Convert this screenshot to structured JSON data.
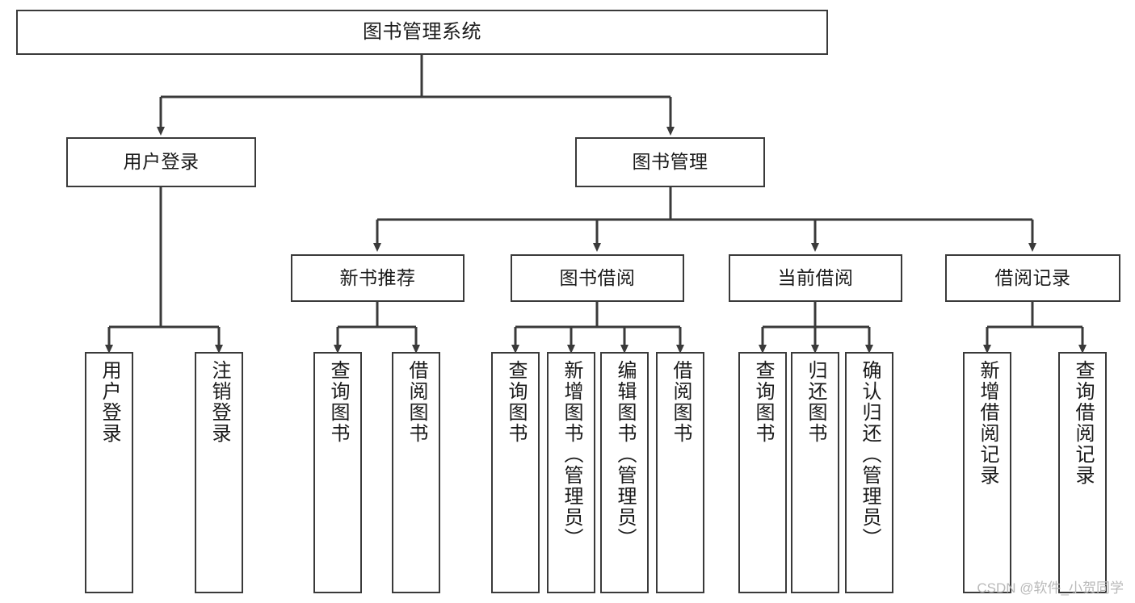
{
  "diagram": {
    "title": "图书管理系统",
    "type": "tree-hierarchy-diagram",
    "colors": {
      "box_border": "#3a3a3a",
      "box_fill": "#ffffff",
      "connector": "#3a3a3a",
      "text": "#1a1a1a",
      "watermark": "#b9b9b9"
    },
    "root": {
      "label": "图书管理系统"
    },
    "level2": [
      {
        "label": "用户登录"
      },
      {
        "label": "图书管理"
      }
    ],
    "level3": [
      {
        "label": "新书推荐"
      },
      {
        "label": "图书借阅"
      },
      {
        "label": "当前借阅"
      },
      {
        "label": "借阅记录"
      }
    ],
    "leaves": {
      "user_login": [
        {
          "label": "用户登录"
        },
        {
          "label": "注销登录"
        }
      ],
      "new_book_recommend": [
        {
          "label": "查询图书"
        },
        {
          "label": "借阅图书"
        }
      ],
      "book_borrow": [
        {
          "label": "查询图书"
        },
        {
          "label": "新增图书（管理员）"
        },
        {
          "label": "编辑图书（管理员）"
        },
        {
          "label": "借阅图书"
        }
      ],
      "current_borrow": [
        {
          "label": "查询图书"
        },
        {
          "label": "归还图书"
        },
        {
          "label": "确认归还（管理员）"
        }
      ],
      "borrow_records": [
        {
          "label": "新增借阅记录"
        },
        {
          "label": "查询借阅记录"
        }
      ]
    }
  },
  "watermark": {
    "text": "CSDN @软件_小贺同学"
  }
}
